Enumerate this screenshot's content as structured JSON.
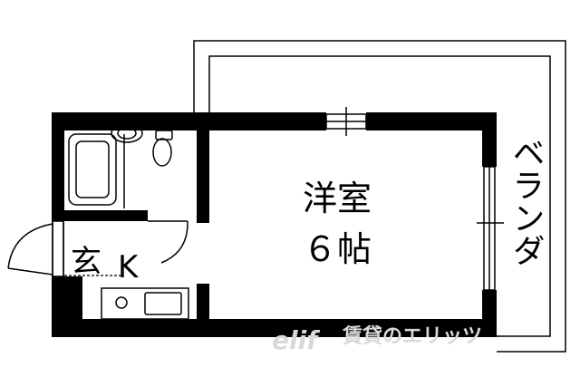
{
  "rooms": {
    "western_room": "洋室",
    "western_room_size": "６帖",
    "entrance": "玄",
    "kitchen": "K",
    "balcony": "ベランダ"
  },
  "watermark": {
    "brand": "elif",
    "text": "賃貸のエリッツ"
  },
  "colors": {
    "wall": "#000000",
    "watermark": "#d9d9d9",
    "background": "#ffffff"
  }
}
